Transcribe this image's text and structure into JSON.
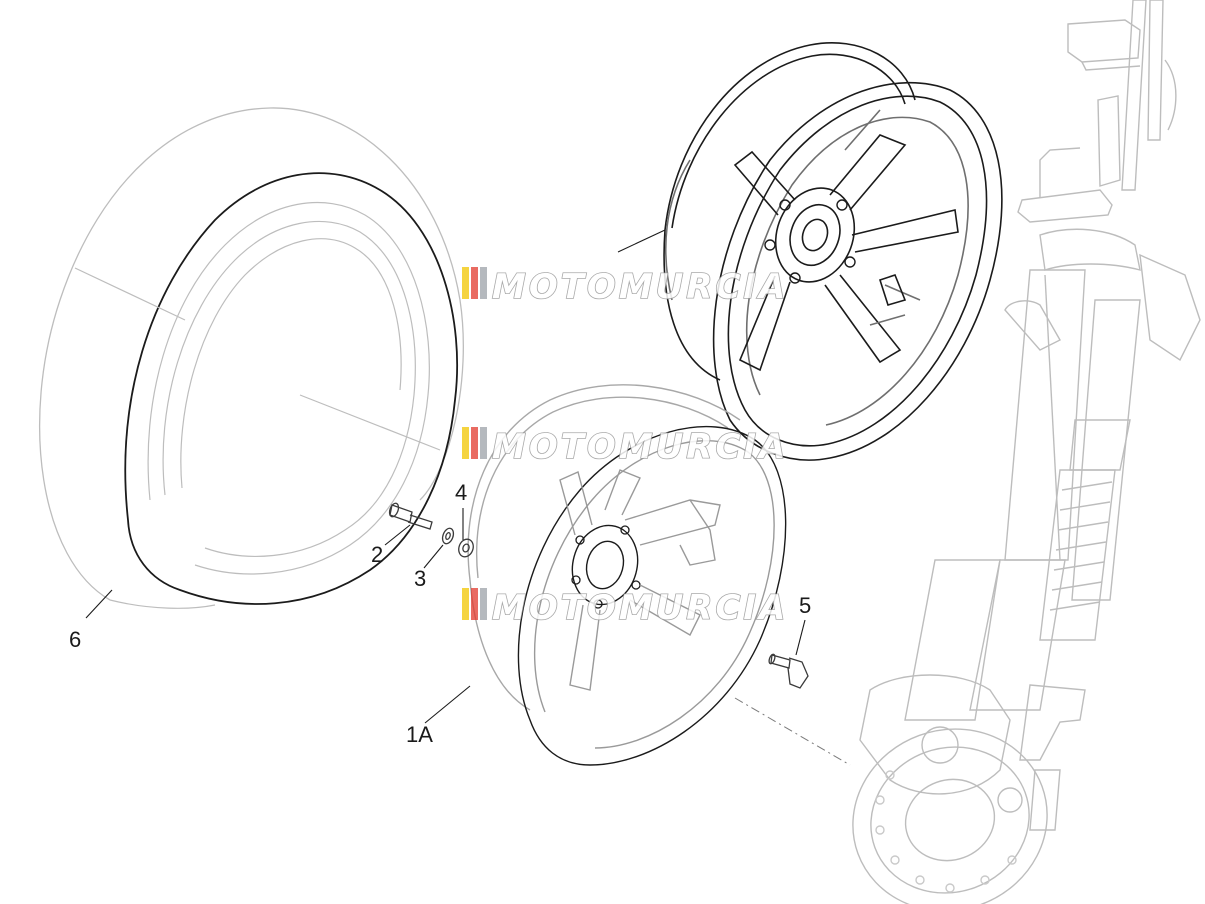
{
  "callouts": {
    "tyre": "6",
    "screw": "2",
    "washer": "3",
    "spacer": "4",
    "valve": "5",
    "front_wheel": "1A"
  },
  "watermark": {
    "text": "MOTOMURCIA",
    "stripe_colors": [
      "#f2c500",
      "#e23a2e",
      "#9ca2a8"
    ]
  },
  "colors": {
    "line_dark": "#1b1b1b",
    "line_light": "#b9b9b9",
    "background": "#ffffff"
  }
}
